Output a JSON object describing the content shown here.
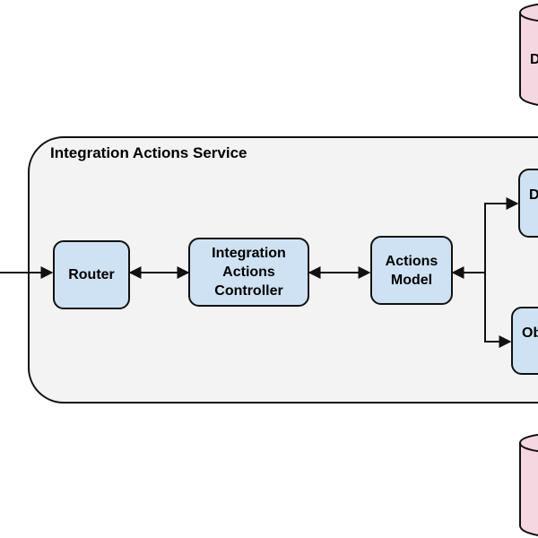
{
  "diagram": {
    "service": {
      "title": "Integration Actions Service"
    },
    "nodes": {
      "router": "Router",
      "controller": "Integration Actions Controller",
      "model": "Actions Model",
      "right_upper": "D",
      "right_lower": "Ob"
    },
    "stores": {
      "top": "D",
      "bottom": ""
    }
  },
  "colors": {
    "node_fill": "#cfe2f3",
    "container_fill": "#f3f3f3",
    "store_fill": "#f4d7e0",
    "stroke": "#111111"
  }
}
